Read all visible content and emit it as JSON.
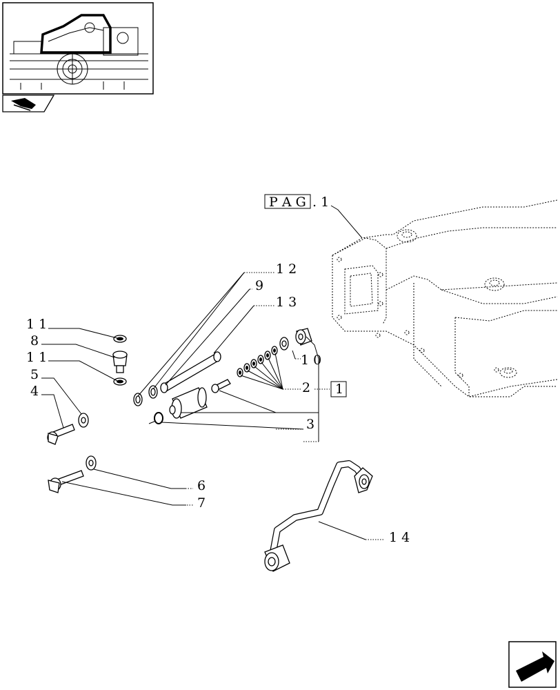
{
  "reference_box": {
    "label": "P A G",
    "suffix": ". 1"
  },
  "kit_box": "1",
  "callouts": {
    "c12": "1 2",
    "c9": "9",
    "c13": "1 3",
    "c11a": "1 1",
    "c8": "8",
    "c11b": "1 1",
    "c5": "5",
    "c4": "4",
    "c10": "1 0",
    "c2": "2",
    "c3": "3",
    "c6": "6",
    "c7": "7",
    "c14": "1 4"
  },
  "icons": {
    "thumbnail": "tractor-overview-thumbnail",
    "book": "book-icon",
    "nav": "next-page-arrow-icon"
  }
}
